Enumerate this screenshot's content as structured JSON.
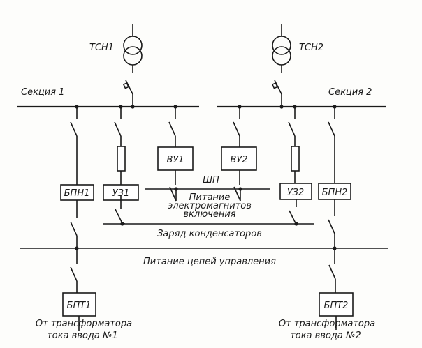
{
  "transformers": {
    "left": "ТСН1",
    "right": "ТСН2"
  },
  "sections": {
    "left": "Секция 1",
    "right": "Секция 2"
  },
  "blocks": {
    "bpn1": "БПН1",
    "uz1": "УЗ1",
    "vu1": "ВУ1",
    "vu2": "ВУ2",
    "uz2": "УЗ2",
    "bpn2": "БПН2",
    "bpt1": "БПТ1",
    "bpt2": "БПТ2"
  },
  "buses": {
    "shp": "ШП",
    "shp_desc": [
      "Питание",
      "электромагнитов",
      "включения"
    ],
    "charge": "Заряд конденсаторов",
    "control": "Питание цепей управления"
  },
  "sources": {
    "left": [
      "От трансформатора",
      "тока ввода №1"
    ],
    "right": [
      "От трансформатора",
      "тока ввода №2"
    ]
  }
}
